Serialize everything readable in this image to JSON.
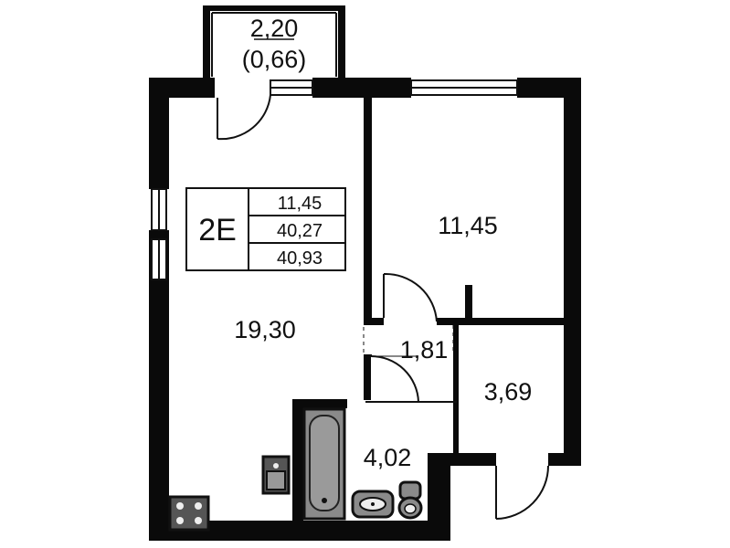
{
  "balcony": {
    "area": "2,20",
    "area_reduced": "(0,66)"
  },
  "apartment": {
    "type": "2E",
    "areas": [
      "11,45",
      "40,27",
      "40,93"
    ]
  },
  "rooms": {
    "living": "19,30",
    "bedroom": "11,45",
    "hall": "1,81",
    "storage": "3,69",
    "bathroom": "4,02"
  },
  "colors": {
    "wall": "#0a0a0a",
    "fixture": "#8a8a8a",
    "background": "#ffffff"
  }
}
